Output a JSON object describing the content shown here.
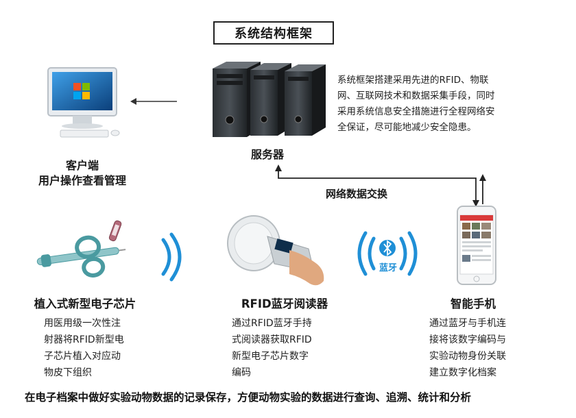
{
  "title": "系统结构框架",
  "description": "系统框架搭建采用先进的RFID、物联网、互联网技术和数据采集手段，同时采用系统信息安全措施进行全程网络安全保证，尽可能地减少安全隐患。",
  "description_lines": [
    "系统框架搭建采用先进的RFID、物联",
    "网、互联网技术和数据采集手段，同时",
    "采用系统信息安全措施进行全程网络安",
    "全保证，尽可能地减少安全隐患。"
  ],
  "server": {
    "label": "服务器"
  },
  "client": {
    "label_line1": "客户端",
    "label_line2": "用户操作查看管理"
  },
  "exchange": {
    "label": "网络数据交换"
  },
  "chip": {
    "label": "植入式新型电子芯片",
    "desc_lines": [
      "用医用级一次性注",
      "射器将RFID新型电",
      "子芯片植入对应动",
      "物皮下组织"
    ]
  },
  "reader": {
    "label": "RFID蓝牙阅读器",
    "desc_lines": [
      "通过RFID蓝牙手持",
      "式阅读器获取RFID",
      "新型电子芯片数字",
      "编码"
    ]
  },
  "phone": {
    "label": "智能手机",
    "desc_lines": [
      "通过蓝牙与手机连",
      "接将该数字编码与",
      "实验动物身份关联",
      "建立数字化档案"
    ]
  },
  "bluetooth": {
    "label": "蓝牙"
  },
  "footer": "在电子档案中做好实验动物数据的记录保存，方便动物实验的数据进行查询、追溯、统计和分析",
  "colors": {
    "accent_blue": "#1f8fd6",
    "text": "#1a1a1a",
    "teal": "#4a9aa0"
  }
}
